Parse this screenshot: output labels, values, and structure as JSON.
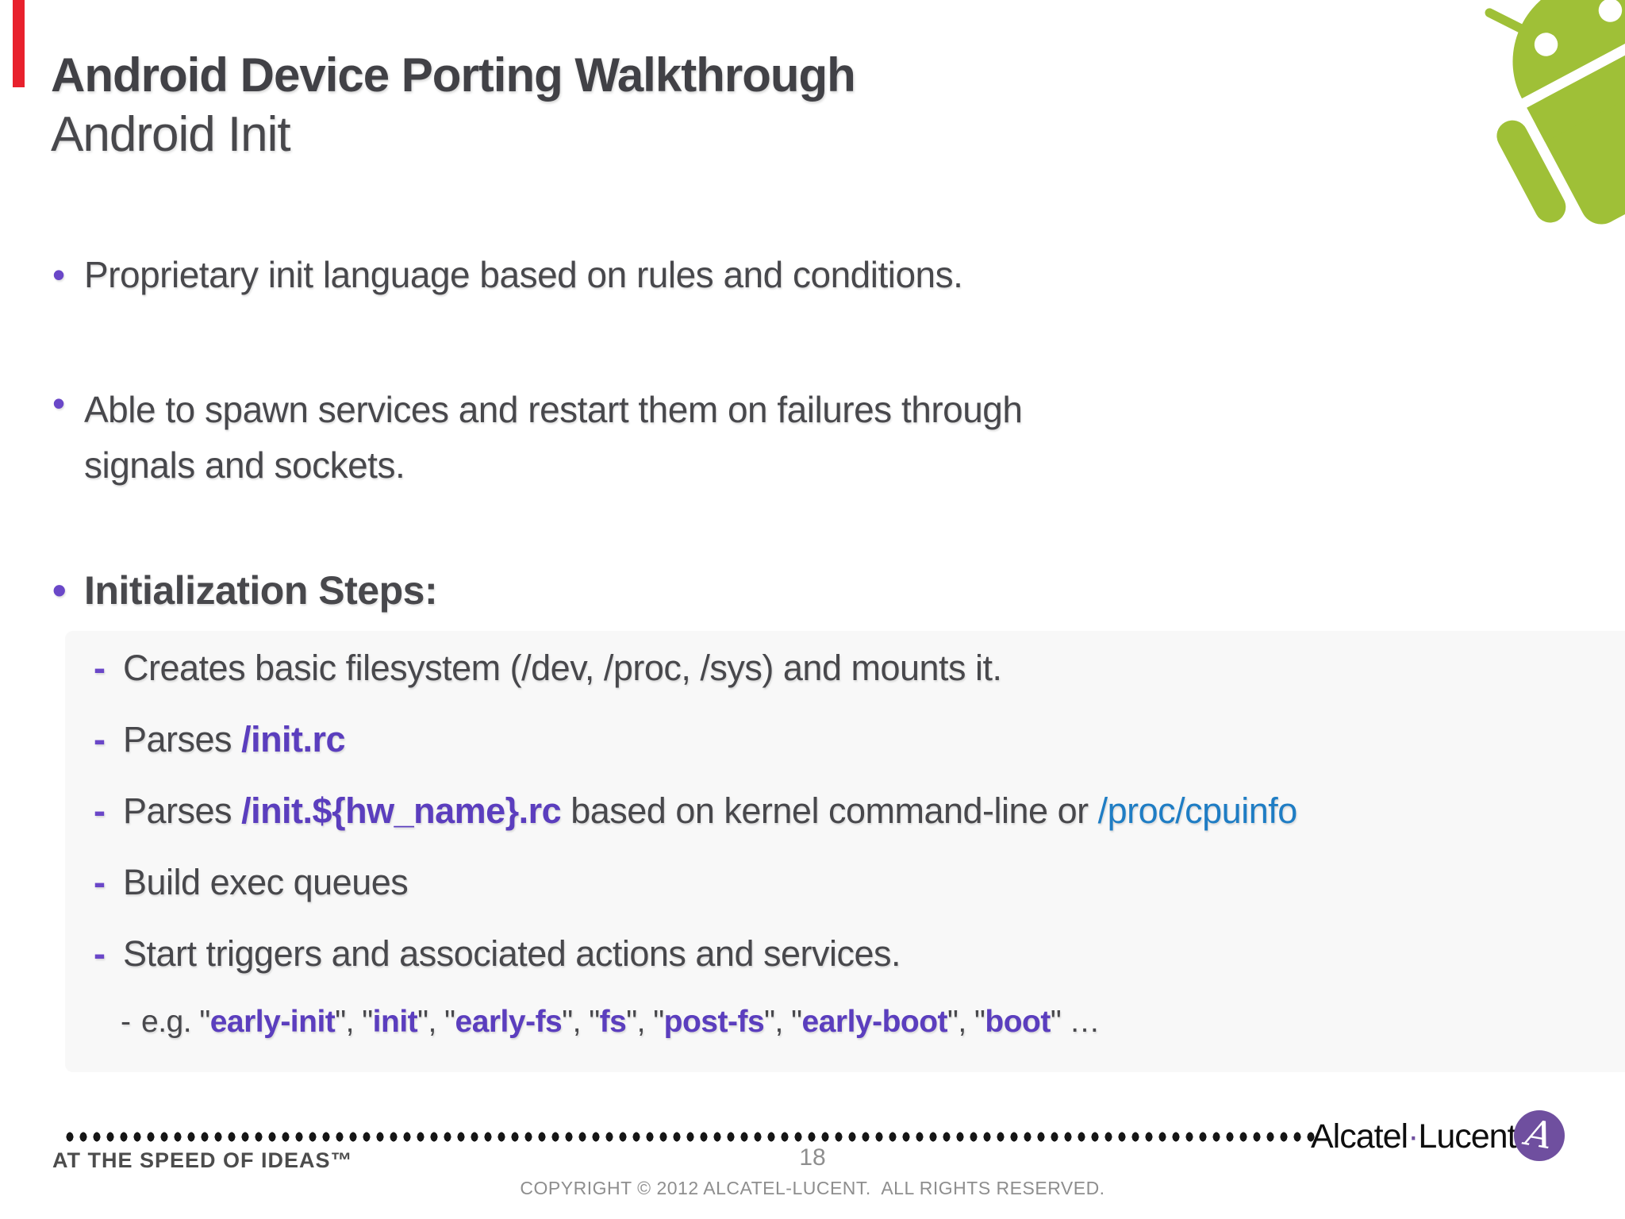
{
  "colors": {
    "text": "#48484C",
    "title": "#414146",
    "accent_purple": "#6A47C8",
    "keyword_purple": "#5B3EBE",
    "link_blue": "#1F7DC4",
    "android_green": "#9FC037",
    "logo_purple": "#6F4F9F",
    "brand_black": "#0E0E0E",
    "red_accent": "#E8212D",
    "footer_gray": "#8E8E8E",
    "tagline_gray": "#4C4C4C",
    "dots_black": "#161616",
    "band_gray": "#F8F8F8"
  },
  "header": {
    "title": "Android Device Porting Walkthrough",
    "subtitle": "Android Init"
  },
  "content": {
    "items": [
      {
        "marker": "•",
        "segments": [
          {
            "t": "Proprietary init language based on rules and conditions."
          }
        ]
      },
      {
        "marker": "•",
        "segments": [
          {
            "t": "Able to spawn services and restart them on failures through signals and sockets."
          }
        ]
      },
      {
        "marker": "•",
        "segments": [
          {
            "t": "Initialization Steps:",
            "c": "b"
          }
        ]
      },
      {
        "marker": "-",
        "segments": [
          {
            "t": "Creates basic filesystem (/dev, /proc, /sys) and mounts it."
          }
        ]
      },
      {
        "marker": "-",
        "segments": [
          {
            "t": "Parses "
          },
          {
            "t": "/init.rc",
            "c": "kw"
          }
        ]
      },
      {
        "marker": "-",
        "segments": [
          {
            "t": "Parses "
          },
          {
            "t": "/init.${hw_name}.rc",
            "c": "kw"
          },
          {
            "t": " based on kernel command-line or "
          },
          {
            "t": "/proc/cpuinfo",
            "c": "lnk",
            "i": true,
            "n": "proc-cpuinfo-link"
          }
        ]
      },
      {
        "marker": "-",
        "segments": [
          {
            "t": "Build exec queues"
          }
        ]
      },
      {
        "marker": "-",
        "segments": [
          {
            "t": "Start triggers and associated actions and services."
          }
        ]
      },
      {
        "marker": "-",
        "segments": [
          {
            "t": "e.g. \""
          },
          {
            "t": "early-init",
            "c": "kw"
          },
          {
            "t": "\", \""
          },
          {
            "t": "init",
            "c": "kw"
          },
          {
            "t": "\", \""
          },
          {
            "t": "early-fs",
            "c": "kw"
          },
          {
            "t": "\", \""
          },
          {
            "t": "fs",
            "c": "kw"
          },
          {
            "t": "\", \""
          },
          {
            "t": "post-fs",
            "c": "kw"
          },
          {
            "t": "\", \""
          },
          {
            "t": "early-boot",
            "c": "kw"
          },
          {
            "t": "\", \""
          },
          {
            "t": "boot",
            "c": "kw"
          },
          {
            "t": "\" …"
          }
        ]
      }
    ]
  },
  "footer": {
    "tagline": "AT THE SPEED OF IDEAS™",
    "page_number": "18",
    "copyright": "COPYRIGHT © 2012 ALCATEL-LUCENT.  ALL RIGHTS RESERVED.",
    "brand_segments": [
      {
        "t": "Alcatel"
      },
      {
        "t": "·",
        "c": "dotp"
      },
      {
        "t": "Lucent"
      }
    ],
    "logo_glyph": "A"
  }
}
